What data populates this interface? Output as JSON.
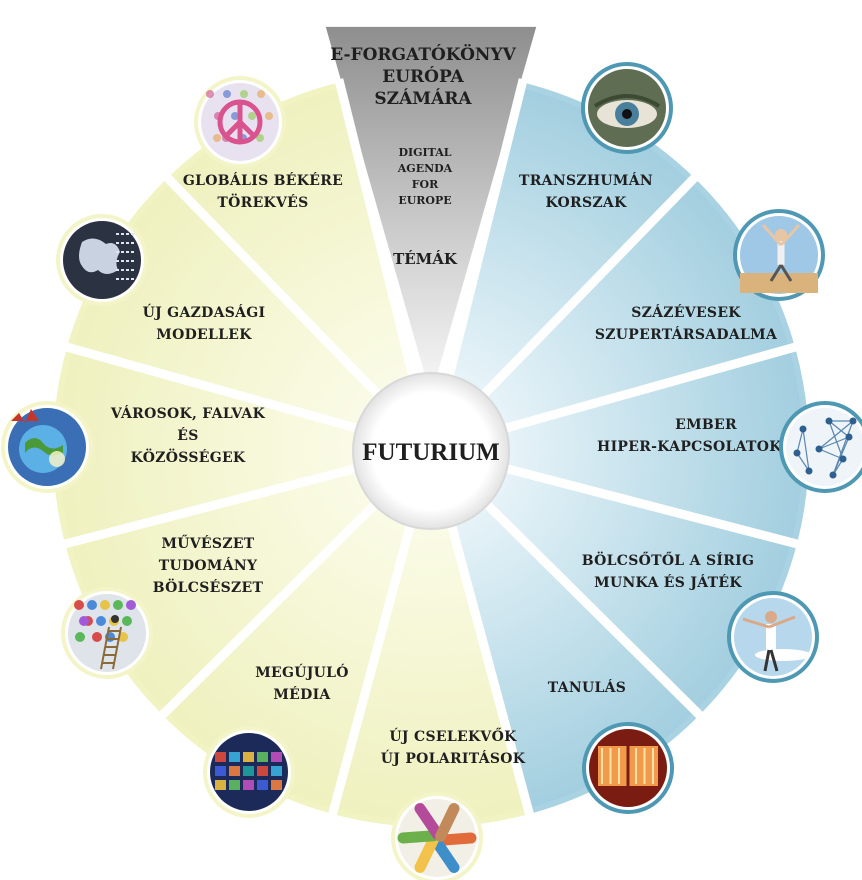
{
  "center": {
    "title": "FUTURIUM"
  },
  "top": {
    "title_lines": [
      "E-FORGATÓKÖNYV",
      "EURÓPA",
      "SZÁMÁRA"
    ],
    "sub_lines": [
      "DIGITAL",
      "AGENDA",
      "FOR",
      "EUROPE"
    ],
    "themes": "TÉMÁK"
  },
  "colors": {
    "yellow_fill": "#f1f3c2",
    "yellow_pale": "#f7f8da",
    "blue_fill": "#a9d3e3",
    "blue_pale": "#dbeef5",
    "gray_top": "#a9a9a9",
    "divider": "#ffffff",
    "yellow_ring": "#f4f4c9",
    "blue_ring": "#4e98b4"
  },
  "themes": [
    {
      "lines": [
        "TRANSZHUMÁN",
        "KORSZAK"
      ],
      "side": "blue",
      "icon": "eye-icon"
    },
    {
      "lines": [
        "SZÁZÉVESEK",
        "SZUPERTÁRSADALMA"
      ],
      "side": "blue",
      "icon": "jumping-person-icon"
    },
    {
      "lines": [
        "EMBER",
        "HIPER-KAPCSOLATOKKAL"
      ],
      "side": "blue",
      "icon": "network-icon"
    },
    {
      "lines": [
        "BÖLCSŐTŐL A SÍRIG",
        "MUNKA ÉS JÁTÉK"
      ],
      "side": "blue",
      "icon": "woman-open-arms-icon"
    },
    {
      "lines": [
        "TANULÁS"
      ],
      "side": "blue",
      "icon": "glowing-book-icon"
    },
    {
      "lines": [
        "ÚJ CSELEKVŐK",
        "ÚJ POLARITÁSOK"
      ],
      "side": "yellow",
      "icon": "joined-hands-icon"
    },
    {
      "lines": [
        "MEGÚJULÓ",
        "MÉDIA"
      ],
      "side": "yellow",
      "icon": "screens-dome-icon"
    },
    {
      "lines": [
        "MŰVÉSZET",
        "TUDOMÁNY",
        "BÖLCSÉSZET"
      ],
      "side": "yellow",
      "icon": "ladder-painting-icon"
    },
    {
      "lines": [
        "VÁROSOK, FALVAK",
        "ÉS",
        "KÖZÖSSÉGEK"
      ],
      "side": "yellow",
      "icon": "globe-city-icon"
    },
    {
      "lines": [
        "ÚJ GAZDASÁGI",
        "MODELLEK"
      ],
      "side": "yellow",
      "icon": "europe-map-icon"
    },
    {
      "lines": [
        "GLOBÁLIS BÉKÉRE",
        "TÖREKVÉS"
      ],
      "side": "yellow",
      "icon": "peace-sign-icon"
    }
  ]
}
